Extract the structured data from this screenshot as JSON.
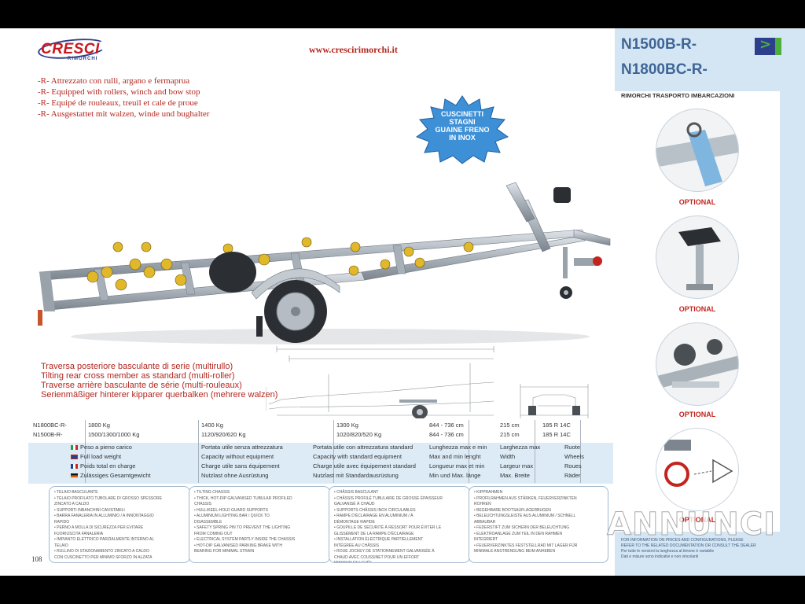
{
  "header": {
    "brand": "CRESCI",
    "brand_sub": "RIMORCHI",
    "url": "www.crescirimorchi.it"
  },
  "description": [
    "-R- Attrezzato con rulli, argano e fermaprua",
    "-R- Equipped with rollers, winch and bow stop",
    "-R- Equipé de rouleaux, treuil et cale de proue",
    "-R- Ausgestattet mit walzen, winde und bughalter"
  ],
  "burst": [
    "CUSCINETTI",
    "STAGNI",
    "GUAINE FRENO",
    "IN INOX"
  ],
  "tilting": [
    "Traversa posteriore basculante di serie (multirullo)",
    "Tilting rear cross member as standard (multi-roller)",
    "Traverse arrière basculante de série (multi-rouleaux)",
    "Serienmäßiger hinterer kipparer querbalken (mehrere walzen)"
  ],
  "specs": {
    "models": [
      "N1800BC-R-",
      "N1500B-R-"
    ],
    "gross_weight": [
      "1800 Kg",
      "1500/1300/1000 Kg"
    ],
    "capacity_no_equip": [
      "1400 Kg",
      "1120/920/620 Kg"
    ],
    "capacity_with_equip": [
      "1300 Kg",
      "1020/820/520 Kg"
    ],
    "length": [
      "844 - 736 cm",
      "844 - 736 cm"
    ],
    "width": [
      "215 cm",
      "215 cm"
    ],
    "wheels": [
      "185 R 14C",
      "185 R 14C"
    ],
    "labels": {
      "col1": [
        "Peso a pieno carico",
        "Full load weight",
        "Poids total en charge",
        "Zulässiges Gesamtgewicht"
      ],
      "col2": [
        "Portata utile senza attrezzatura",
        "Capacity without equipment",
        "Charge utile sans équipement",
        "Nutzlast ohne Ausrüstung"
      ],
      "col3": [
        "Portata utile con attrezzatura standard",
        "Capacity with standard equipment",
        "Charge utile avec équipement standard",
        "Nutzlast mit Standardausrüstung"
      ],
      "col4": [
        "Lunghezza max e min",
        "Max and min lenght",
        "Longueur max et min",
        "Min und Max. länge"
      ],
      "col5": [
        "Larghezza max",
        "Width",
        "Largeur max",
        "Max. Breite"
      ],
      "col6": [
        "Ruote",
        "Wheels",
        "Roues",
        "Räder"
      ]
    }
  },
  "feature_boxes": [
    [
      "• TELAIO BASCULANTE",
      "• TELAIO PROFILATO TUBOLARE DI GROSSO SPESSORE",
      "  ZINCATO A CALDO",
      "• SUPPORTI INBANCHINI CAVISTABILI",
      "• BARRA FANALERIA IN ALLUMINIO / A INNONTAGGIO",
      "  RAPIDO",
      "• PERNO A MOLLA DI SICUREZZA PER EVITARE",
      "  FUORIUSCITA FANALERIA",
      "• IMPIANTO ELETTRICO PARZIALMENTE INTERNO AL",
      "  TELAIO",
      "• RULLINO DI STAZIONAMENTO ZINCATO A CALDO",
      "  CON CUSCINETTO PER MINIMO SFORZO IN ALZATA"
    ],
    [
      "• TILTING CHASSIS",
      "• THICK, HOT-DIP GALVANISED TUBULAR PROFILED",
      "  CHASSIS",
      "• HULL/KEEL-HOLD GUARD SUPPORTS",
      "• ALUMINIUM LIGHTING BAR / QUICK TO",
      "  DISASSEMBLE",
      "• SAFETY SPRING PIN TO PREVENT THE LIGHTING",
      "  FROM COMING OUT",
      "• ELECTRICAL SYSTEM PARTLY INSIDE THE CHASSIS",
      "• HOT-DIP GALVANISED PARKING BRAKE WITH",
      "  BEARING FOR MINIMAL STRAIN"
    ],
    [
      "• CHÂSSIS BASCULANT",
      "• CHÂSSIS PROFILÉ TUBULAIRE DE GROSSE ÉPAISSEUR",
      "  GALVANISÉ À CHAUD",
      "• SUPPORTS CHÂSSIS INOX CIRCULABLES",
      "• RAMPE D'ÉCLAIRAGE EN ALUMINIUM / À",
      "  DÉMONTAGE RAPIDE",
      "• GOUPILLE DE SÉCURITÉ À RESSORT POUR ÉVITER LE",
      "  GLISSEMENT DE LA RAMPE D'ÉCLAIRAGE",
      "• INSTALLATION ÉLECTRIQUE PARTIELLEMENT",
      "  INTÉGRÉE AU CHÂSSIS",
      "• ROUE JOCKEY DE STATIONNEMENT GALVANISÉE À",
      "  CHAUD AVEC COUSSINET POUR UN EFFORT",
      "  MINIMUM EN LEVÉE"
    ],
    [
      "• KIPPRAHMEN",
      "• PROFILRAHMEN AUS STÄRKEN, FEUERVERZINKTEN",
      "  ROHREN",
      "• BEGEHBARE BOOTSAUFLAGERBUGEN",
      "• BELEUCHTUNGSLEISTE AUS ALUMINIUM / SCHNELL",
      "  ABBAUBAR",
      "• FEDERSTIFT ZUM SICHERN DER BELEUCHTUNG",
      "• ELEKTROANLAGE ZUM TEIL IN DEN RAHMEN",
      "  INTEGRIERT",
      "• FEUERVERZINKTES FESTSTELLRAD MIT LAGER FÜR",
      "  MINIMALE ANSTRENGUNG BEIM ANHEBEN"
    ]
  ],
  "page_number": "108",
  "right": {
    "models": [
      "N1500B-R-",
      "N1800BC-R-"
    ],
    "arrow": ">",
    "subtitle": "RIMORCHI TRASPORTO IMBARCAZIONI",
    "optional_label": "OPTIONAL",
    "note": [
      "FOR INFORMATION ON PRICES AND CONFIGURATIONS, PLEASE",
      "REFER TO THE RELATED DOCUMENTATION OR CONSULT THE DEALER",
      "Per tutte le versioni la lunghezza al timone è variabile",
      "Dati e misure sono indicativi e non vincolanti"
    ]
  },
  "watermark": "ANNUNCI",
  "colors": {
    "red": "#b3271f",
    "blue": "#3f6596",
    "panel": "#d4e6f3",
    "band": "#dcebf6"
  }
}
